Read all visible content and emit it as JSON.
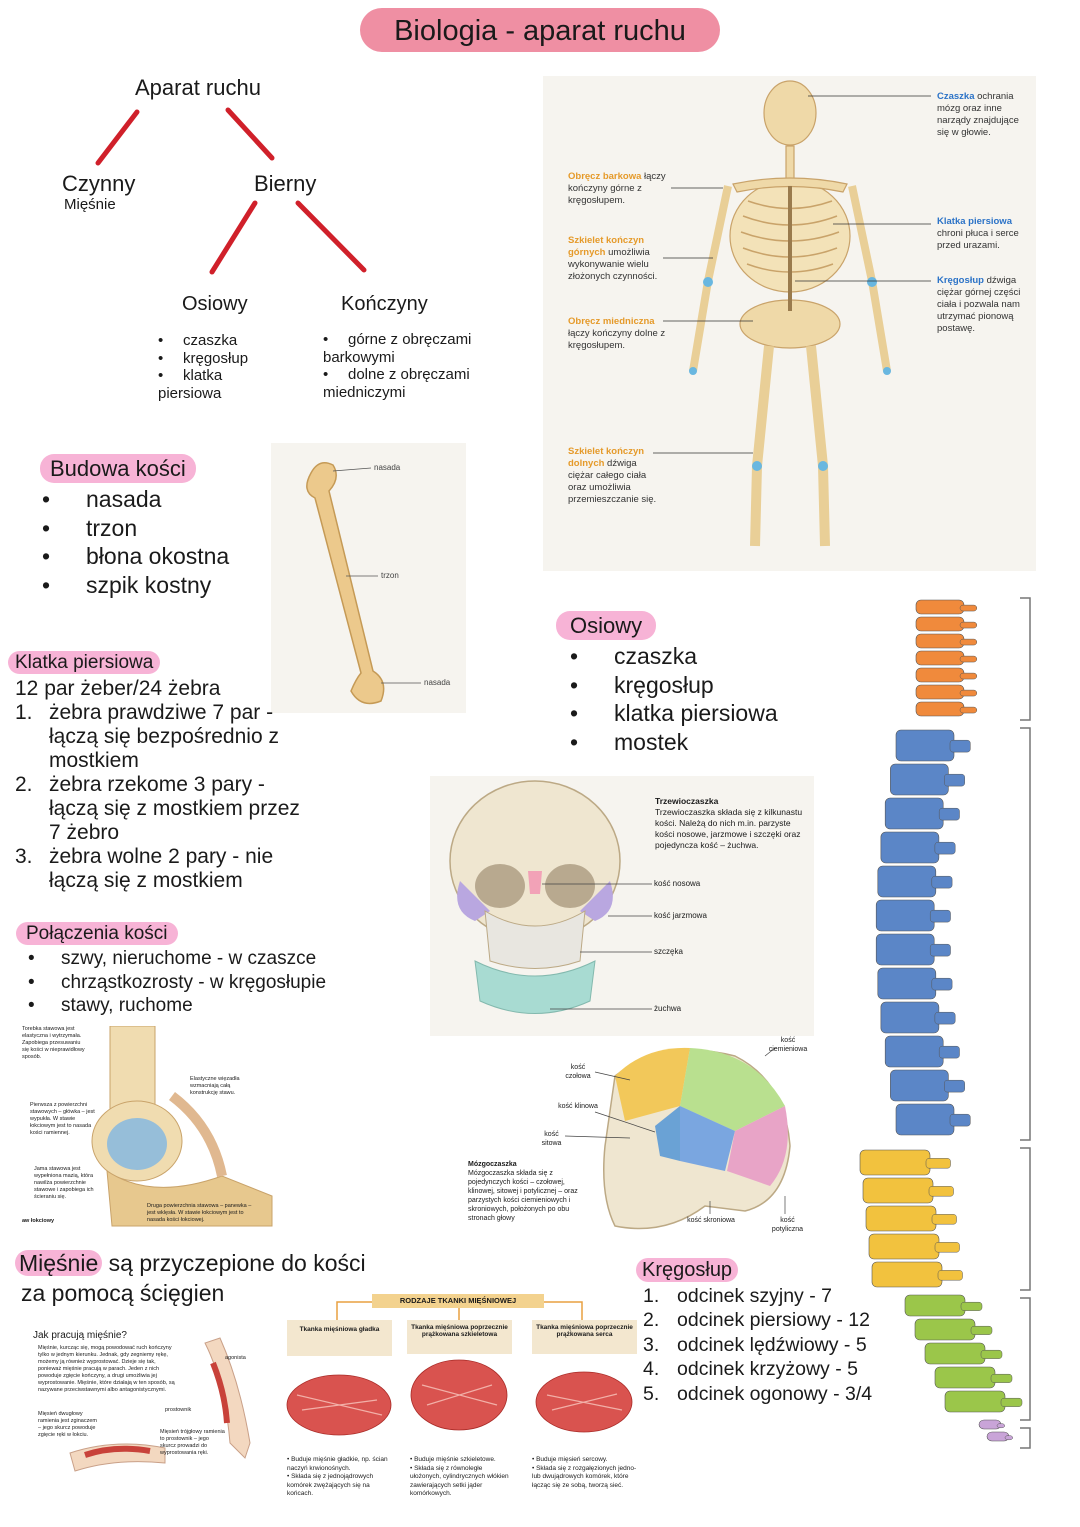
{
  "title": "Biologia - aparat ruchu",
  "tree": {
    "root": "Aparat ruchu",
    "active": "Czynny",
    "active_sub": "Mięśnie",
    "passive": "Bierny",
    "axial": "Osiowy",
    "limbs": "Kończyny",
    "axial_items": [
      "czaszka",
      "kręgosłup",
      "klatka",
      "piersiowa"
    ],
    "limbs_items": [
      "górne z obręczami",
      "barkowymi",
      "dolne z obręczami",
      "miedniczymi"
    ]
  },
  "bone_structure": {
    "heading": "Budowa kości",
    "items": [
      "nasada",
      "trzon",
      "błona okostna",
      "szpik kostny"
    ],
    "labels": [
      "nasada",
      "trzon",
      "nasada"
    ]
  },
  "ribcage": {
    "heading": "Klatka piersiowa",
    "intro": "12 par żeber/24 żebra",
    "items": [
      {
        "n": "1.",
        "lines": [
          "żebra prawdziwe 7 par -",
          "łączą się bezpośrednio z",
          "mostkiem"
        ]
      },
      {
        "n": "2.",
        "lines": [
          "żebra rzekome 3 pary -",
          "łączą się z mostkiem przez",
          "7 żebro"
        ]
      },
      {
        "n": "3.",
        "lines": [
          "żebra wolne 2 pary - nie",
          "łączą się z mostkiem"
        ]
      }
    ]
  },
  "joints": {
    "heading": "Połączenia kości",
    "items": [
      "szwy, nieruchome - w czaszce",
      "chrząstkozrosty - w kręgosłupie",
      "stawy, ruchome"
    ],
    "figure_labels": {
      "capsule": "Torebka stawowa jest elastyczna i wytrzymała. Zapobiega przesuwaniu się kości w nieprawidłowy sposób.",
      "ligaments": "Elastyczne więzadła wzmacniają całą konstrukcję stawu.",
      "head": "Pierwsza z powierzchni stawowych – główka – jest wypukła. W stawie łokciowym jest to nasada kości ramiennej.",
      "cavity": "Jama stawowa jest wypełniona mazią, która nawilża powierzchnie stawowe i zapobiega ich ścieraniu się.",
      "socket": "Druga powierzchnia stawowa – panewka – jest wklęsła. W stawie łokciowym jest to nasada kości łokciowej.",
      "caption": "aw łokciowy"
    }
  },
  "muscles": {
    "heading_word": "Mięśnie",
    "heading_rest_1": " są przyczepione do kości",
    "heading_rest_2": "za pomocą ścięgien",
    "work_title": "Jak pracują mięśnie?",
    "work_text": "Mięśnie, kurcząc się, mogą powodować ruch kończyny tylko w jednym kierunku. Jednak, gdy zegniemy rękę, możemy ją również wyprostować. Dzieje się tak, ponieważ mięśnie pracują w parach. Jeden z nich powoduje zgięcie kończyny, a drugi umożliwia jej wyprostowanie. Mięśnie, które działają w ten sposób, są nazywane przeciwstawnymi albo antagonistycznymi.",
    "agonist": "agonista",
    "antagonist": "prostownik",
    "flexor_note": "Mięsień dwugłowy ramienia jest zginaczem – jego skurcz powoduje zgięcie ręki w łokciu.",
    "extensor_note": "Mięsień trójgłowy ramienia to prostownik – jego skurcz prowadzi do wyprostowania ręki.",
    "tissue_header": "RODZAJE TKANKI MIĘŚNIOWEJ",
    "tissues": [
      {
        "title": "Tkanka mięśniowa gładka",
        "desc": [
          "• Buduje mięśnie gładkie, np. ścian naczyń krwionośnych.",
          "• Składa się z jednojądrowych komórek zwężających się na końcach."
        ]
      },
      {
        "title": "Tkanka mięśniowa poprzecznie prążkowana szkieletowa",
        "desc": [
          "• Buduje mięśnie szkieletowe.",
          "• Składa się z równoległe ułożonych, cylindrycznych włókien zawierających setki jąder komórkowych."
        ]
      },
      {
        "title": "Tkanka mięśniowa poprzecznie prążkowana serca",
        "desc": [
          "• Buduje mięsień sercowy.",
          "• Składa się z rozgałęzionych jedno- lub dwujądrowych komórek, które łącząc się ze sobą, tworzą sieć."
        ]
      }
    ]
  },
  "skeleton": {
    "skull": {
      "title": "Czaszka",
      "text": " ochrania mózg oraz inne narządy znajdujące się w głowie."
    },
    "thorax": {
      "title": "Klatka piersiowa",
      "text": " chroni płuca i serce przed urazami."
    },
    "spine": {
      "title": "Kręgosłup",
      "text": " dźwiga ciężar górnej części ciała i pozwala nam utrzymać pionową postawę."
    },
    "shoulder": {
      "title": "Obręcz barkowa",
      "text": " łączy kończyny górne z kręgosłupem."
    },
    "upper_limbs": {
      "title": "Szkielet kończyn górnych",
      "text": " umożliwia wykonywanie wielu złożonych czynności."
    },
    "pelvis": {
      "title": "Obręcz miedniczna",
      "text": " łączy kończyny dolne z kręgosłupem."
    },
    "lower_limbs": {
      "title": "Szkielet kończyn dolnych",
      "text": " dźwiga ciężar całego ciała oraz umożliwia przemieszczanie się."
    }
  },
  "axial": {
    "heading": "Osiowy",
    "items": [
      "czaszka",
      "kręgosłup",
      "klatka piersiowa",
      "mostek"
    ]
  },
  "skull": {
    "facial_title": "Trzewioczaszka",
    "facial_text": "Trzewioczaszka składa się z kilkunastu kości. Należą do nich m.in. parzyste kości nosowe, jarzmowe i szczęki oraz pojedyncza kość – żuchwa.",
    "labels": [
      "kość nosowa",
      "kość jarzmowa",
      "szczęka",
      "żuchwa"
    ],
    "brain_title": "Mózgoczaszka",
    "brain_text": "Mózgoczaszka składa się z pojedynczych kości – czołowej, klinowej, sitowej i potylicznej – oraz parzystych kości ciemieniowych i skroniowych, położonych po obu stronach głowy",
    "side_labels": {
      "frontal": "kość czołowa",
      "parietal": "kość ciemieniowa",
      "sphenoid": "kość klinowa",
      "ethmoid": "kość sitowa",
      "temporal": "kość skroniowa",
      "occipital": "kość potyliczna"
    }
  },
  "spine": {
    "heading": "Kręgosłup",
    "items": [
      {
        "n": "1.",
        "text": "odcinek szyjny - 7"
      },
      {
        "n": "2.",
        "text": "odcinek piersiowy - 12"
      },
      {
        "n": "3.",
        "text": "odcinek lędźwiowy - 5"
      },
      {
        "n": "4.",
        "text": "odcinek krzyżowy - 5"
      },
      {
        "n": "5.",
        "text": "odcinek ogonowy - 3/4"
      }
    ],
    "colors": {
      "cervical": "#f08a3c",
      "thoracic": "#5b86c7",
      "lumbar": "#f2c23e",
      "sacral": "#9bc64a",
      "coccyx": "#c9a4d8"
    }
  },
  "colors": {
    "title_bg": "#ef8fa3",
    "highlight": "#f7b3d6",
    "tree_line": "#d0202a"
  }
}
